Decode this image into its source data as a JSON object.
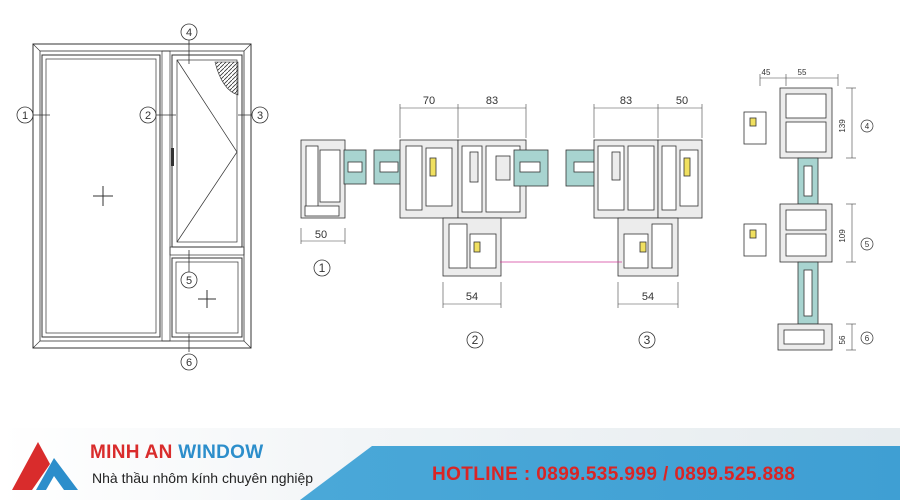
{
  "elevation": {
    "markers": [
      "1",
      "2",
      "3",
      "4",
      "5",
      "6"
    ]
  },
  "sections": {
    "s1": {
      "label": "1",
      "width": "50"
    },
    "s2": {
      "label": "2",
      "dim_left": "70",
      "dim_right": "83",
      "dim_bottom": "54"
    },
    "s3": {
      "label": "3",
      "dim_left": "83",
      "dim_right": "50",
      "dim_bottom": "54"
    },
    "vertical": {
      "top_dims": [
        "45",
        "55"
      ],
      "side_dims": [
        "139",
        "109",
        "56"
      ],
      "markers": [
        "4",
        "5",
        "6"
      ]
    }
  },
  "banner": {
    "brand_part1": "MINH AN",
    "brand_part2": "WINDOW",
    "tagline": "Nhà thầu nhôm kính chuyên nghiệp",
    "hotline": "HOTLINE : 0899.535.999 / 0899.525.888"
  },
  "colors": {
    "brand_red": "#d92c2c",
    "brand_blue": "#2c8ecb",
    "banner_blue": "#3f9fd3",
    "glass": "#a8d4d0",
    "profile_fill": "#ececec",
    "gasket": "#f0e060",
    "line": "#333333"
  }
}
